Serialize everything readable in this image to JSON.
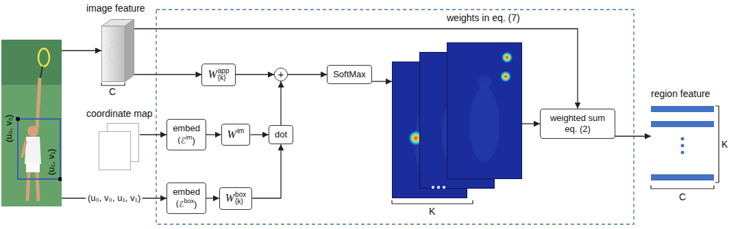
{
  "diagram": {
    "nodes": [
      {
        "text": [
          "(u₀, v₀)",
          "(u₁, v₁)"
        ]
      },
      {
        "text": [
          "image feature"
        ]
      },
      {
        "text": [
          "coordinate map"
        ]
      },
      {
        "text": [
          "W",
          "app",
          "{k}"
        ]
      },
      {
        "text": [
          "embed",
          "(ℰ",
          "im",
          ")"
        ]
      },
      {
        "text": [
          "W",
          "im"
        ]
      },
      {
        "text": [
          "dot"
        ]
      },
      {
        "text": [
          "+"
        ]
      },
      {
        "text": [
          "embed",
          "(ℰ",
          "box",
          ")"
        ]
      },
      {
        "text": [
          "W",
          "box",
          "{k}"
        ]
      },
      {
        "text": [
          "SoftMax"
        ]
      },
      {
        "text": [
          "weights in eq. (7)"
        ]
      },
      {
        "text": [
          "weighted sum eq. (2)"
        ]
      },
      {
        "text": [
          "region feature"
        ]
      }
    ],
    "edges": [
      {
        "from": 0,
        "to": 1,
        "arrow": "to"
      },
      {
        "from": 0,
        "to": 8,
        "arrow": "to",
        "label": "(u₀, v₀, u₁, v₁)"
      },
      {
        "from": 1,
        "to": 3,
        "arrow": "to"
      },
      {
        "from": 1,
        "to": 12,
        "arrow": "to"
      },
      {
        "from": 2,
        "to": 4,
        "arrow": "to"
      },
      {
        "from": 4,
        "to": 5,
        "arrow": "to"
      },
      {
        "from": 5,
        "to": 6,
        "arrow": "to"
      },
      {
        "from": 8,
        "to": 9,
        "arrow": "to"
      },
      {
        "from": 9,
        "to": 6,
        "arrow": "to"
      },
      {
        "from": 6,
        "to": 7,
        "arrow": "to"
      },
      {
        "from": 3,
        "to": 7,
        "arrow": "to"
      },
      {
        "from": 7,
        "to": 10,
        "arrow": "to"
      },
      {
        "from": 10,
        "to": 11,
        "arrow": "to"
      },
      {
        "from": 11,
        "to": 12,
        "arrow": "to"
      },
      {
        "from": 12,
        "to": 13,
        "arrow": "to"
      }
    ],
    "labels": [
      "C",
      "K",
      "K",
      "C"
    ]
  }
}
